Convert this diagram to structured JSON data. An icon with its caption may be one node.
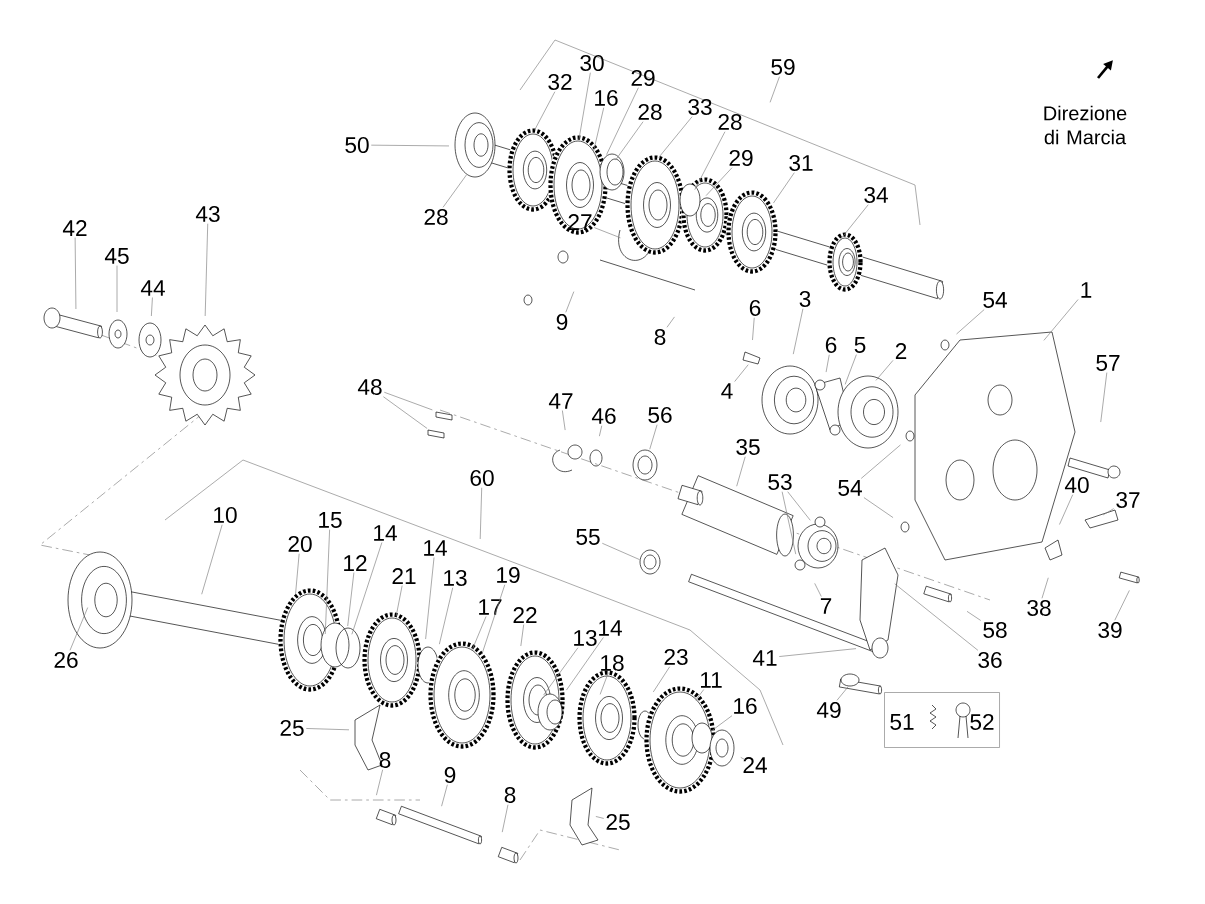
{
  "diagram": {
    "nodes": [
      {
        "text": [
          "59"
        ]
      },
      {
        "text": [
          "32"
        ]
      },
      {
        "text": [
          "30"
        ]
      },
      {
        "text": [
          "16"
        ]
      },
      {
        "text": [
          "29"
        ]
      },
      {
        "text": [
          "28"
        ]
      },
      {
        "text": [
          "33"
        ]
      },
      {
        "text": [
          "28"
        ]
      },
      {
        "text": [
          "29"
        ]
      },
      {
        "text": [
          "31"
        ]
      },
      {
        "text": [
          "50"
        ]
      },
      {
        "text": [
          "34"
        ]
      },
      {
        "text": [
          "28"
        ]
      },
      {
        "text": [
          "43"
        ]
      },
      {
        "text": [
          "27"
        ]
      },
      {
        "text": [
          "42"
        ]
      },
      {
        "text": [
          "45"
        ]
      },
      {
        "text": [
          "44"
        ]
      },
      {
        "text": [
          "1"
        ]
      },
      {
        "text": [
          "3"
        ]
      },
      {
        "text": [
          "54"
        ]
      },
      {
        "text": [
          "6"
        ]
      },
      {
        "text": [
          "9"
        ]
      },
      {
        "text": [
          "8"
        ]
      },
      {
        "text": [
          "6"
        ]
      },
      {
        "text": [
          "5"
        ]
      },
      {
        "text": [
          "2"
        ]
      },
      {
        "text": [
          "57"
        ]
      },
      {
        "text": [
          "48"
        ]
      },
      {
        "text": [
          "4"
        ]
      },
      {
        "text": [
          "47"
        ]
      },
      {
        "text": [
          "46"
        ]
      },
      {
        "text": [
          "56"
        ]
      },
      {
        "text": [
          "35"
        ]
      },
      {
        "text": [
          "60"
        ]
      },
      {
        "text": [
          "53"
        ]
      },
      {
        "text": [
          "54"
        ]
      },
      {
        "text": [
          "40"
        ]
      },
      {
        "text": [
          "37"
        ]
      },
      {
        "text": [
          "10"
        ]
      },
      {
        "text": [
          "15"
        ]
      },
      {
        "text": [
          "14"
        ]
      },
      {
        "text": [
          "55"
        ]
      },
      {
        "text": [
          "20"
        ]
      },
      {
        "text": [
          "14"
        ]
      },
      {
        "text": [
          "12"
        ]
      },
      {
        "text": [
          "21"
        ]
      },
      {
        "text": [
          "13"
        ]
      },
      {
        "text": [
          "19"
        ]
      },
      {
        "text": [
          "7"
        ]
      },
      {
        "text": [
          "38"
        ]
      },
      {
        "text": [
          "17"
        ]
      },
      {
        "text": [
          "22"
        ]
      },
      {
        "text": [
          "14"
        ]
      },
      {
        "text": [
          "58"
        ]
      },
      {
        "text": [
          "39"
        ]
      },
      {
        "text": [
          "13"
        ]
      },
      {
        "text": [
          "36"
        ]
      },
      {
        "text": [
          "41"
        ]
      },
      {
        "text": [
          "26"
        ]
      },
      {
        "text": [
          "18"
        ]
      },
      {
        "text": [
          "23"
        ]
      },
      {
        "text": [
          "11"
        ]
      },
      {
        "text": [
          "16"
        ]
      },
      {
        "text": [
          "49"
        ]
      },
      {
        "text": [
          "51",
          "52"
        ]
      },
      {
        "text": [
          "25"
        ]
      },
      {
        "text": [
          "8"
        ]
      },
      {
        "text": [
          "24"
        ]
      },
      {
        "text": [
          "9"
        ]
      },
      {
        "text": [
          "8"
        ]
      },
      {
        "text": [
          "25"
        ]
      }
    ],
    "edges": [
      {
        "from": 0,
        "to": null,
        "arrow": "none"
      },
      {
        "from": 1,
        "to": null,
        "arrow": "none"
      },
      {
        "from": 2,
        "to": null,
        "arrow": "none"
      },
      {
        "from": 3,
        "to": null,
        "arrow": "none"
      },
      {
        "from": 4,
        "to": null,
        "arrow": "none"
      },
      {
        "from": 5,
        "to": null,
        "arrow": "none"
      },
      {
        "from": 6,
        "to": null,
        "arrow": "none"
      },
      {
        "from": 7,
        "to": null,
        "arrow": "none"
      },
      {
        "from": 8,
        "to": null,
        "arrow": "none"
      },
      {
        "from": 9,
        "to": null,
        "arrow": "none"
      },
      {
        "from": 10,
        "to": null,
        "arrow": "none"
      },
      {
        "from": 11,
        "to": null,
        "arrow": "none"
      },
      {
        "from": 12,
        "to": null,
        "arrow": "none"
      },
      {
        "from": 13,
        "to": null,
        "arrow": "none"
      },
      {
        "from": 14,
        "to": null,
        "arrow": "none"
      },
      {
        "from": 15,
        "to": null,
        "arrow": "none"
      },
      {
        "from": 16,
        "to": null,
        "arrow": "none"
      },
      {
        "from": 17,
        "to": null,
        "arrow": "none"
      },
      {
        "from": 18,
        "to": null,
        "arrow": "none"
      },
      {
        "from": 19,
        "to": null,
        "arrow": "none"
      },
      {
        "from": 20,
        "to": null,
        "arrow": "none"
      },
      {
        "from": 21,
        "to": null,
        "arrow": "none"
      },
      {
        "from": 22,
        "to": null,
        "arrow": "none"
      },
      {
        "from": 23,
        "to": null,
        "arrow": "none"
      },
      {
        "from": 24,
        "to": null,
        "arrow": "none"
      },
      {
        "from": 25,
        "to": null,
        "arrow": "none"
      },
      {
        "from": 26,
        "to": null,
        "arrow": "none"
      },
      {
        "from": 27,
        "to": null,
        "arrow": "none"
      },
      {
        "from": 28,
        "to": null,
        "arrow": "none"
      },
      {
        "from": 28,
        "to": null,
        "arrow": "none"
      },
      {
        "from": 29,
        "to": null,
        "arrow": "none"
      },
      {
        "from": 30,
        "to": null,
        "arrow": "none"
      },
      {
        "from": 31,
        "to": null,
        "arrow": "none"
      },
      {
        "from": 32,
        "to": null,
        "arrow": "none"
      },
      {
        "from": 33,
        "to": null,
        "arrow": "none"
      },
      {
        "from": 34,
        "to": null,
        "arrow": "none"
      },
      {
        "from": 35,
        "to": null,
        "arrow": "none"
      },
      {
        "from": 35,
        "to": null,
        "arrow": "none"
      },
      {
        "from": 36,
        "to": null,
        "arrow": "none"
      },
      {
        "from": 36,
        "to": null,
        "arrow": "none"
      },
      {
        "from": 37,
        "to": null,
        "arrow": "none"
      },
      {
        "from": 38,
        "to": null,
        "arrow": "none"
      },
      {
        "from": 39,
        "to": null,
        "arrow": "none"
      },
      {
        "from": 40,
        "to": null,
        "arrow": "none"
      },
      {
        "from": 41,
        "to": null,
        "arrow": "none"
      },
      {
        "from": 42,
        "to": null,
        "arrow": "none"
      },
      {
        "from": 43,
        "to": null,
        "arrow": "none"
      },
      {
        "from": 44,
        "to": null,
        "arrow": "none"
      },
      {
        "from": 45,
        "to": null,
        "arrow": "none"
      },
      {
        "from": 46,
        "to": null,
        "arrow": "none"
      },
      {
        "from": 47,
        "to": null,
        "arrow": "none"
      },
      {
        "from": 48,
        "to": null,
        "arrow": "none"
      },
      {
        "from": 49,
        "to": null,
        "arrow": "none"
      },
      {
        "from": 50,
        "to": null,
        "arrow": "none"
      },
      {
        "from": 51,
        "to": null,
        "arrow": "none"
      },
      {
        "from": 52,
        "to": null,
        "arrow": "none"
      },
      {
        "from": 53,
        "to": null,
        "arrow": "none"
      },
      {
        "from": 54,
        "to": null,
        "arrow": "none"
      },
      {
        "from": 55,
        "to": null,
        "arrow": "none"
      },
      {
        "from": 56,
        "to": null,
        "arrow": "none"
      },
      {
        "from": 57,
        "to": null,
        "arrow": "none"
      },
      {
        "from": 58,
        "to": null,
        "arrow": "none"
      },
      {
        "from": 59,
        "to": null,
        "arrow": "none"
      },
      {
        "from": 60,
        "to": null,
        "arrow": "none"
      },
      {
        "from": 61,
        "to": null,
        "arrow": "none"
      },
      {
        "from": 62,
        "to": null,
        "arrow": "none"
      },
      {
        "from": 63,
        "to": null,
        "arrow": "none"
      },
      {
        "from": 64,
        "to": null,
        "arrow": "none"
      },
      {
        "from": 66,
        "to": null,
        "arrow": "none"
      },
      {
        "from": 67,
        "to": null,
        "arrow": "none"
      },
      {
        "from": 68,
        "to": null,
        "arrow": "none"
      },
      {
        "from": 69,
        "to": null,
        "arrow": "none"
      },
      {
        "from": 70,
        "to": null,
        "arrow": "none"
      },
      {
        "from": 71,
        "to": null,
        "arrow": "none"
      }
    ],
    "labels": [
      "Direzione di Marcia"
    ]
  }
}
